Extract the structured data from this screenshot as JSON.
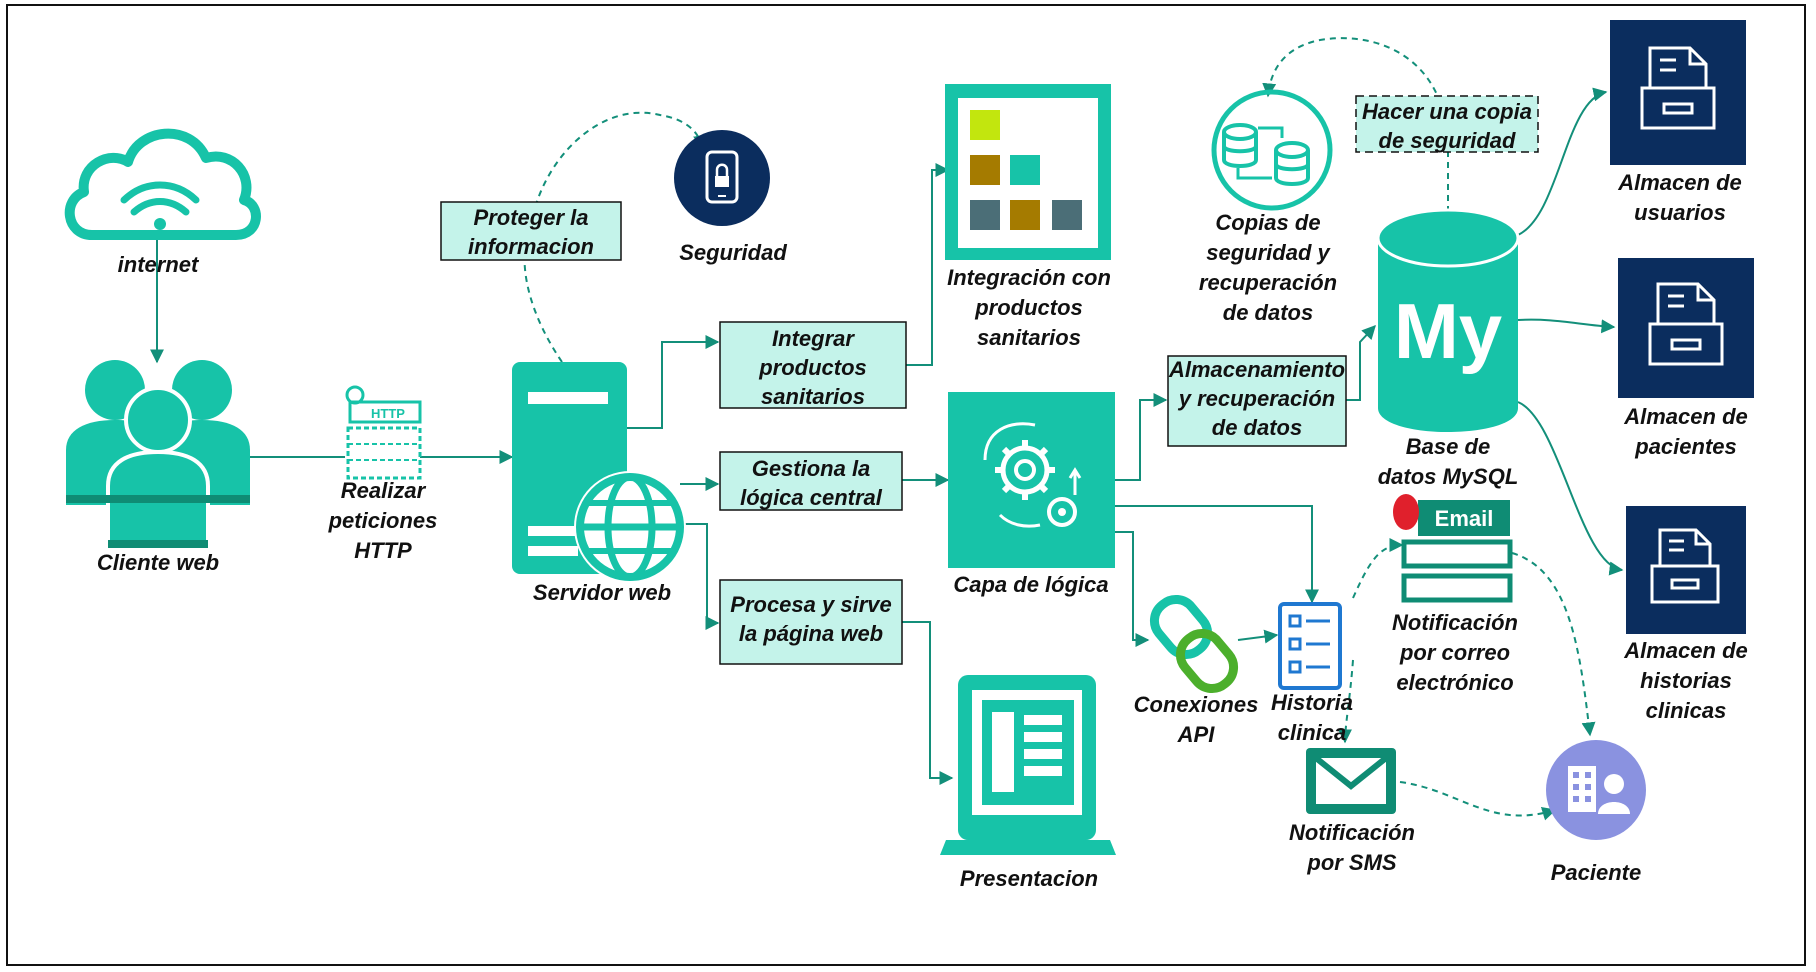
{
  "colors": {
    "teal": "#17c3a8",
    "dark_teal": "#0f8c74",
    "navy": "#0b2d5e",
    "box_fill": "#c4f3ea",
    "arrow": "#138f7a",
    "purple": "#8a92e0",
    "blue": "#1f78d1",
    "red": "#e0202c"
  },
  "nodes": {
    "internet": "internet",
    "cliente_web": "Cliente web",
    "http": "Realizar\npeticiones\nHTTP",
    "http_badge": "HTTP",
    "seguridad": "Seguridad",
    "servidor_web": "Servidor web",
    "integracion": "Integración con\nproductos\nsanitarios",
    "capa_logica": "Capa de lógica",
    "presentacion": "Presentacion",
    "copias": "Copias de\nseguridad y\nrecuperación\nde datos",
    "mysql": "Base de\ndatos MySQL",
    "mysql_logo": "My",
    "conexiones_api": "Conexiones\nAPI",
    "historia_clinica": "Historia\nclinica",
    "notif_email": "Notificación\npor correo\nelectrónico",
    "email_badge": "Email",
    "notif_sms": "Notificación\npor SMS",
    "paciente": "Paciente",
    "alm_usuarios": "Almacen de\nusuarios",
    "alm_pacientes": "Almacen de\npacientes",
    "alm_historias": "Almacen de\nhistorias\nclinicas"
  },
  "process_boxes": {
    "proteger": "Proteger la\ninformacion",
    "integrar": "Integrar\nproductos\nsanitarios",
    "gestiona": "Gestiona la\nlógica central",
    "procesa": "Procesa y sirve\nla página web",
    "almacenamiento": "Almacenamiento\ny recuperación\nde datos",
    "copia": "Hacer una copia\nde seguridad"
  }
}
